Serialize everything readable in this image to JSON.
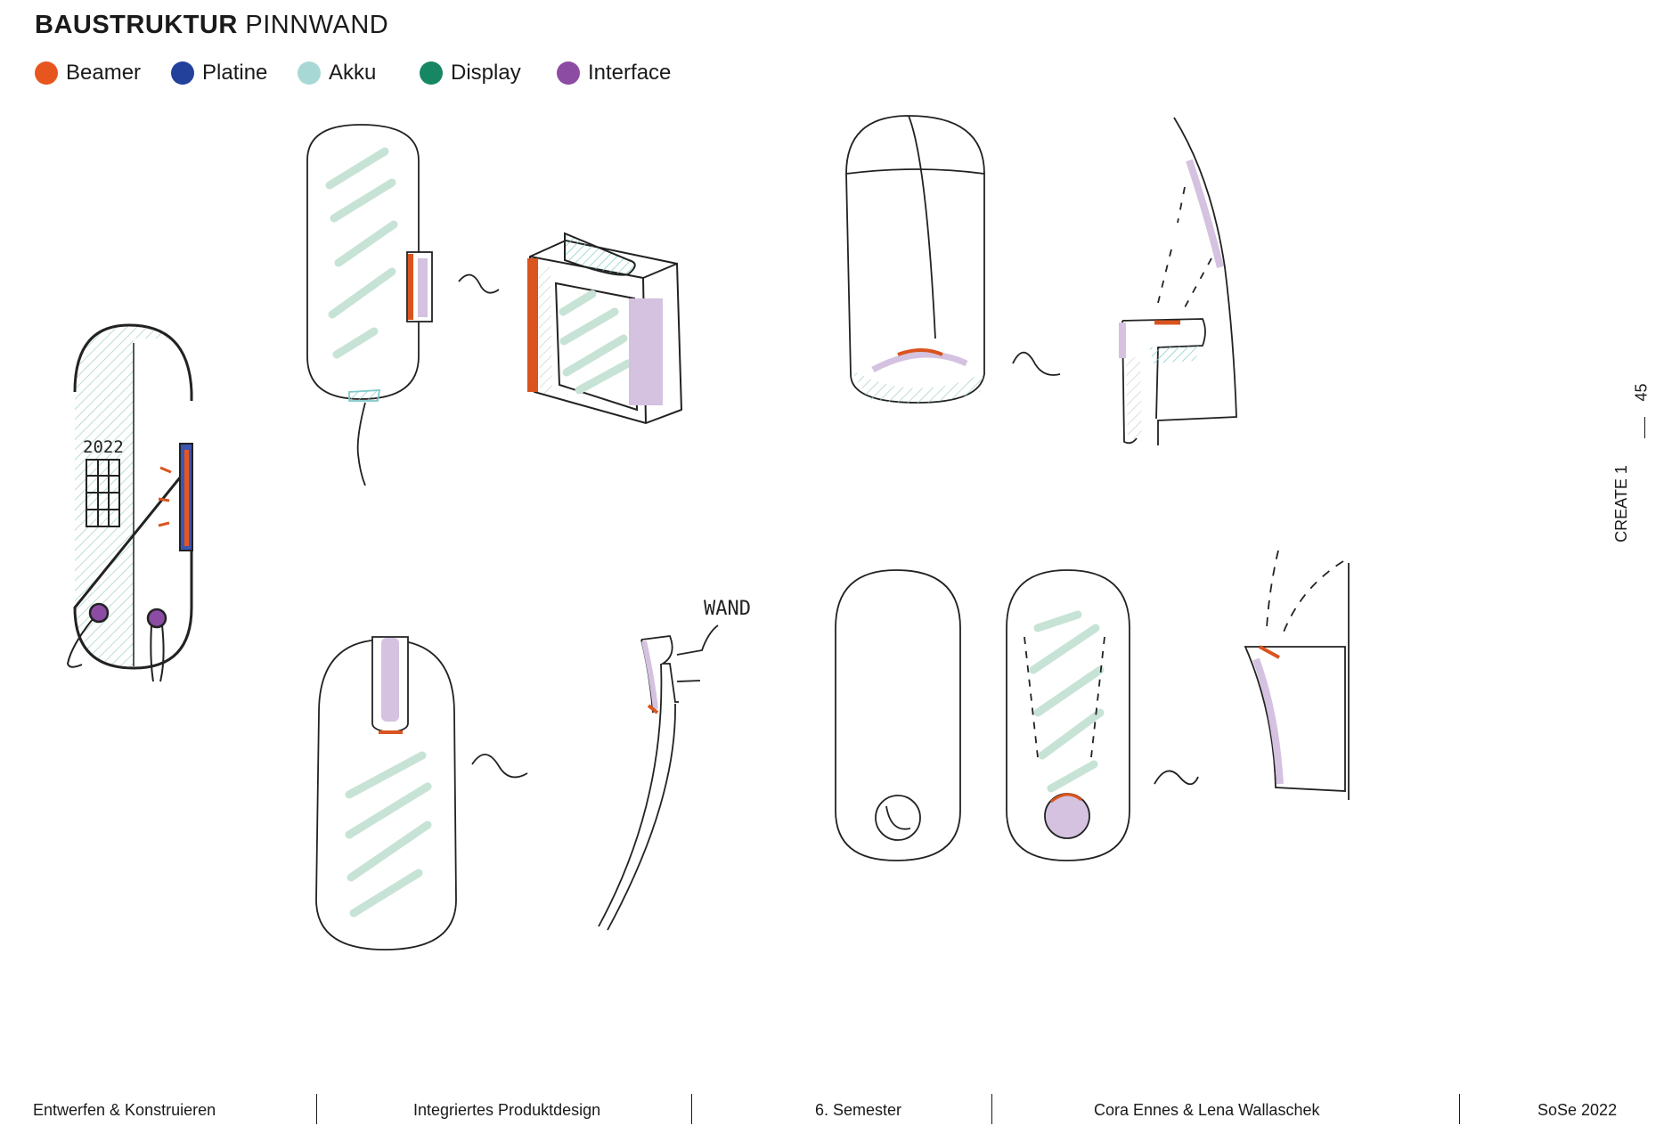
{
  "header": {
    "title_bold": "BAUSTRUKTUR",
    "title_rest": "PINNWAND"
  },
  "legend": [
    {
      "label": "Beamer",
      "color": "#e8561f"
    },
    {
      "label": "Platine",
      "color": "#23409b"
    },
    {
      "label": "Akku",
      "color": "#a8d8d6"
    },
    {
      "label": "Display",
      "color": "#178663"
    },
    {
      "label": "Interface",
      "color": "#8c4ca3"
    }
  ],
  "sketch_labels": {
    "year": "2022",
    "wall": "WAND"
  },
  "side": {
    "page_number": "45",
    "chapter": "CREATE 1"
  },
  "footer": {
    "course": "Entwerfen & Konstruieren",
    "program": "Integriertes Produktdesign",
    "semester": "6. Semester",
    "authors": "Cora Ennes  & Lena Wallaschek",
    "term": "SoSe 2022"
  },
  "colors": {
    "green_fill": "#c7e3d6",
    "purple_fill": "#d4c2e0",
    "orange": "#d9541e",
    "teal": "#7fc8c8",
    "ink": "#222222"
  }
}
